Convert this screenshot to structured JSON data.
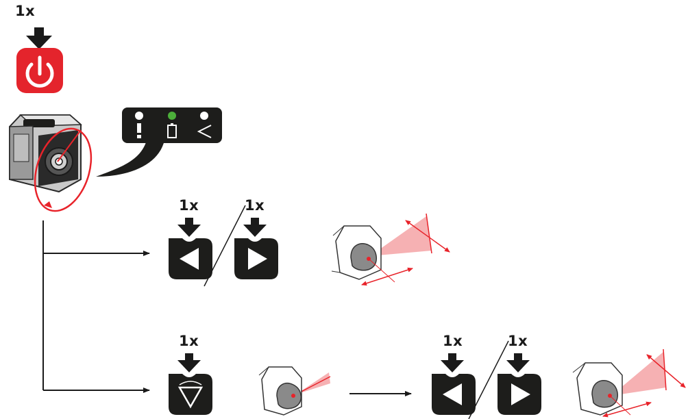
{
  "labels": {
    "press_power": "1x",
    "press_left_top": "1x",
    "press_right_top": "1x",
    "press_mode": "1x",
    "press_left_bottom": "1x",
    "press_right_bottom": "1x"
  },
  "icons": {
    "power": "power-icon",
    "left": "arrow-left-icon",
    "right": "arrow-right-icon",
    "mode": "triangle-mode-icon",
    "press_arrow": "press-down-arrow-icon"
  },
  "indicators": {
    "battery_led": "on"
  },
  "colors": {
    "power_button": "#e4242c",
    "button": "#1d1d1b",
    "led_on": "#4caf3a",
    "led_off": "#ffffff",
    "laser": "#e8232a",
    "laser_beam": "#f5a3a6"
  }
}
